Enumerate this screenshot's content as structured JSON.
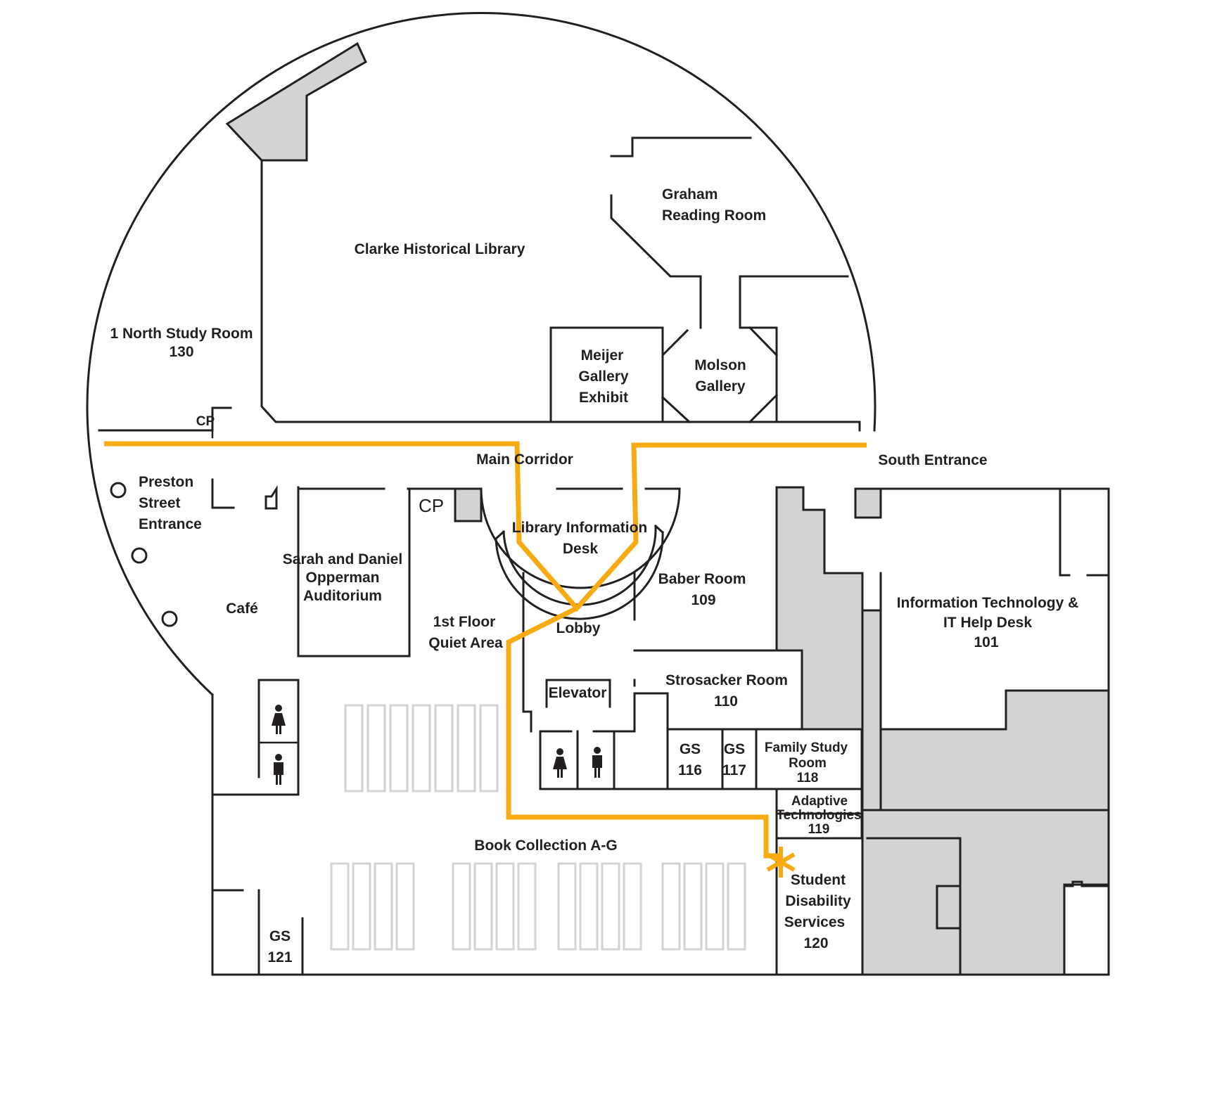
{
  "map": {
    "rooms": {
      "clarke": "Clarke Historical Library",
      "graham_1": "Graham",
      "graham_2": "Reading Room",
      "north_study_1": "1 North Study Room",
      "north_study_2": "130",
      "meijer_1": "Meijer",
      "meijer_2": "Gallery",
      "meijer_3": "Exhibit",
      "molson_1": "Molson",
      "molson_2": "Gallery",
      "cp_north": "CP",
      "main_corridor": "Main Corridor",
      "south_entrance": "South Entrance",
      "preston_1": "Preston",
      "preston_2": "Street",
      "preston_3": "Entrance",
      "cp_south": "CP",
      "info_desk_1": "Library Information",
      "info_desk_2": "Desk",
      "opperman_1": "Sarah and Daniel",
      "opperman_2": "Opperman",
      "opperman_3": "Auditorium",
      "cafe": "Café",
      "baber_1": "Baber Room",
      "baber_2": "109",
      "it_1": "Information Technology &",
      "it_2": "IT Help Desk",
      "it_3": "101",
      "quiet_1": "1st Floor",
      "quiet_2": "Quiet Area",
      "lobby": "Lobby",
      "elevator": "Elevator",
      "strosacker_1": "Strosacker Room",
      "strosacker_2": "110",
      "gs116_1": "GS",
      "gs116_2": "116",
      "gs117_1": "GS",
      "gs117_2": "117",
      "family_1": "Family Study",
      "family_2": "Room",
      "family_3": "118",
      "adaptive_1": "Adaptive",
      "adaptive_2": "Technologies",
      "adaptive_3": "119",
      "book_collection": "Book Collection A-G",
      "sds_1": "Student",
      "sds_2": "Disability",
      "sds_3": "Services",
      "sds_4": "120",
      "gs121_1": "GS",
      "gs121_2": "121"
    },
    "icons": {
      "restroom_women": "woman-restroom-icon",
      "restroom_men": "man-restroom-icon",
      "destination": "asterisk-destination-icon"
    },
    "colors": {
      "route": "#f7aa12",
      "walls": "#231f20",
      "shaded_area": "#d1d3d4",
      "shelves": "#d1d3d4"
    }
  }
}
